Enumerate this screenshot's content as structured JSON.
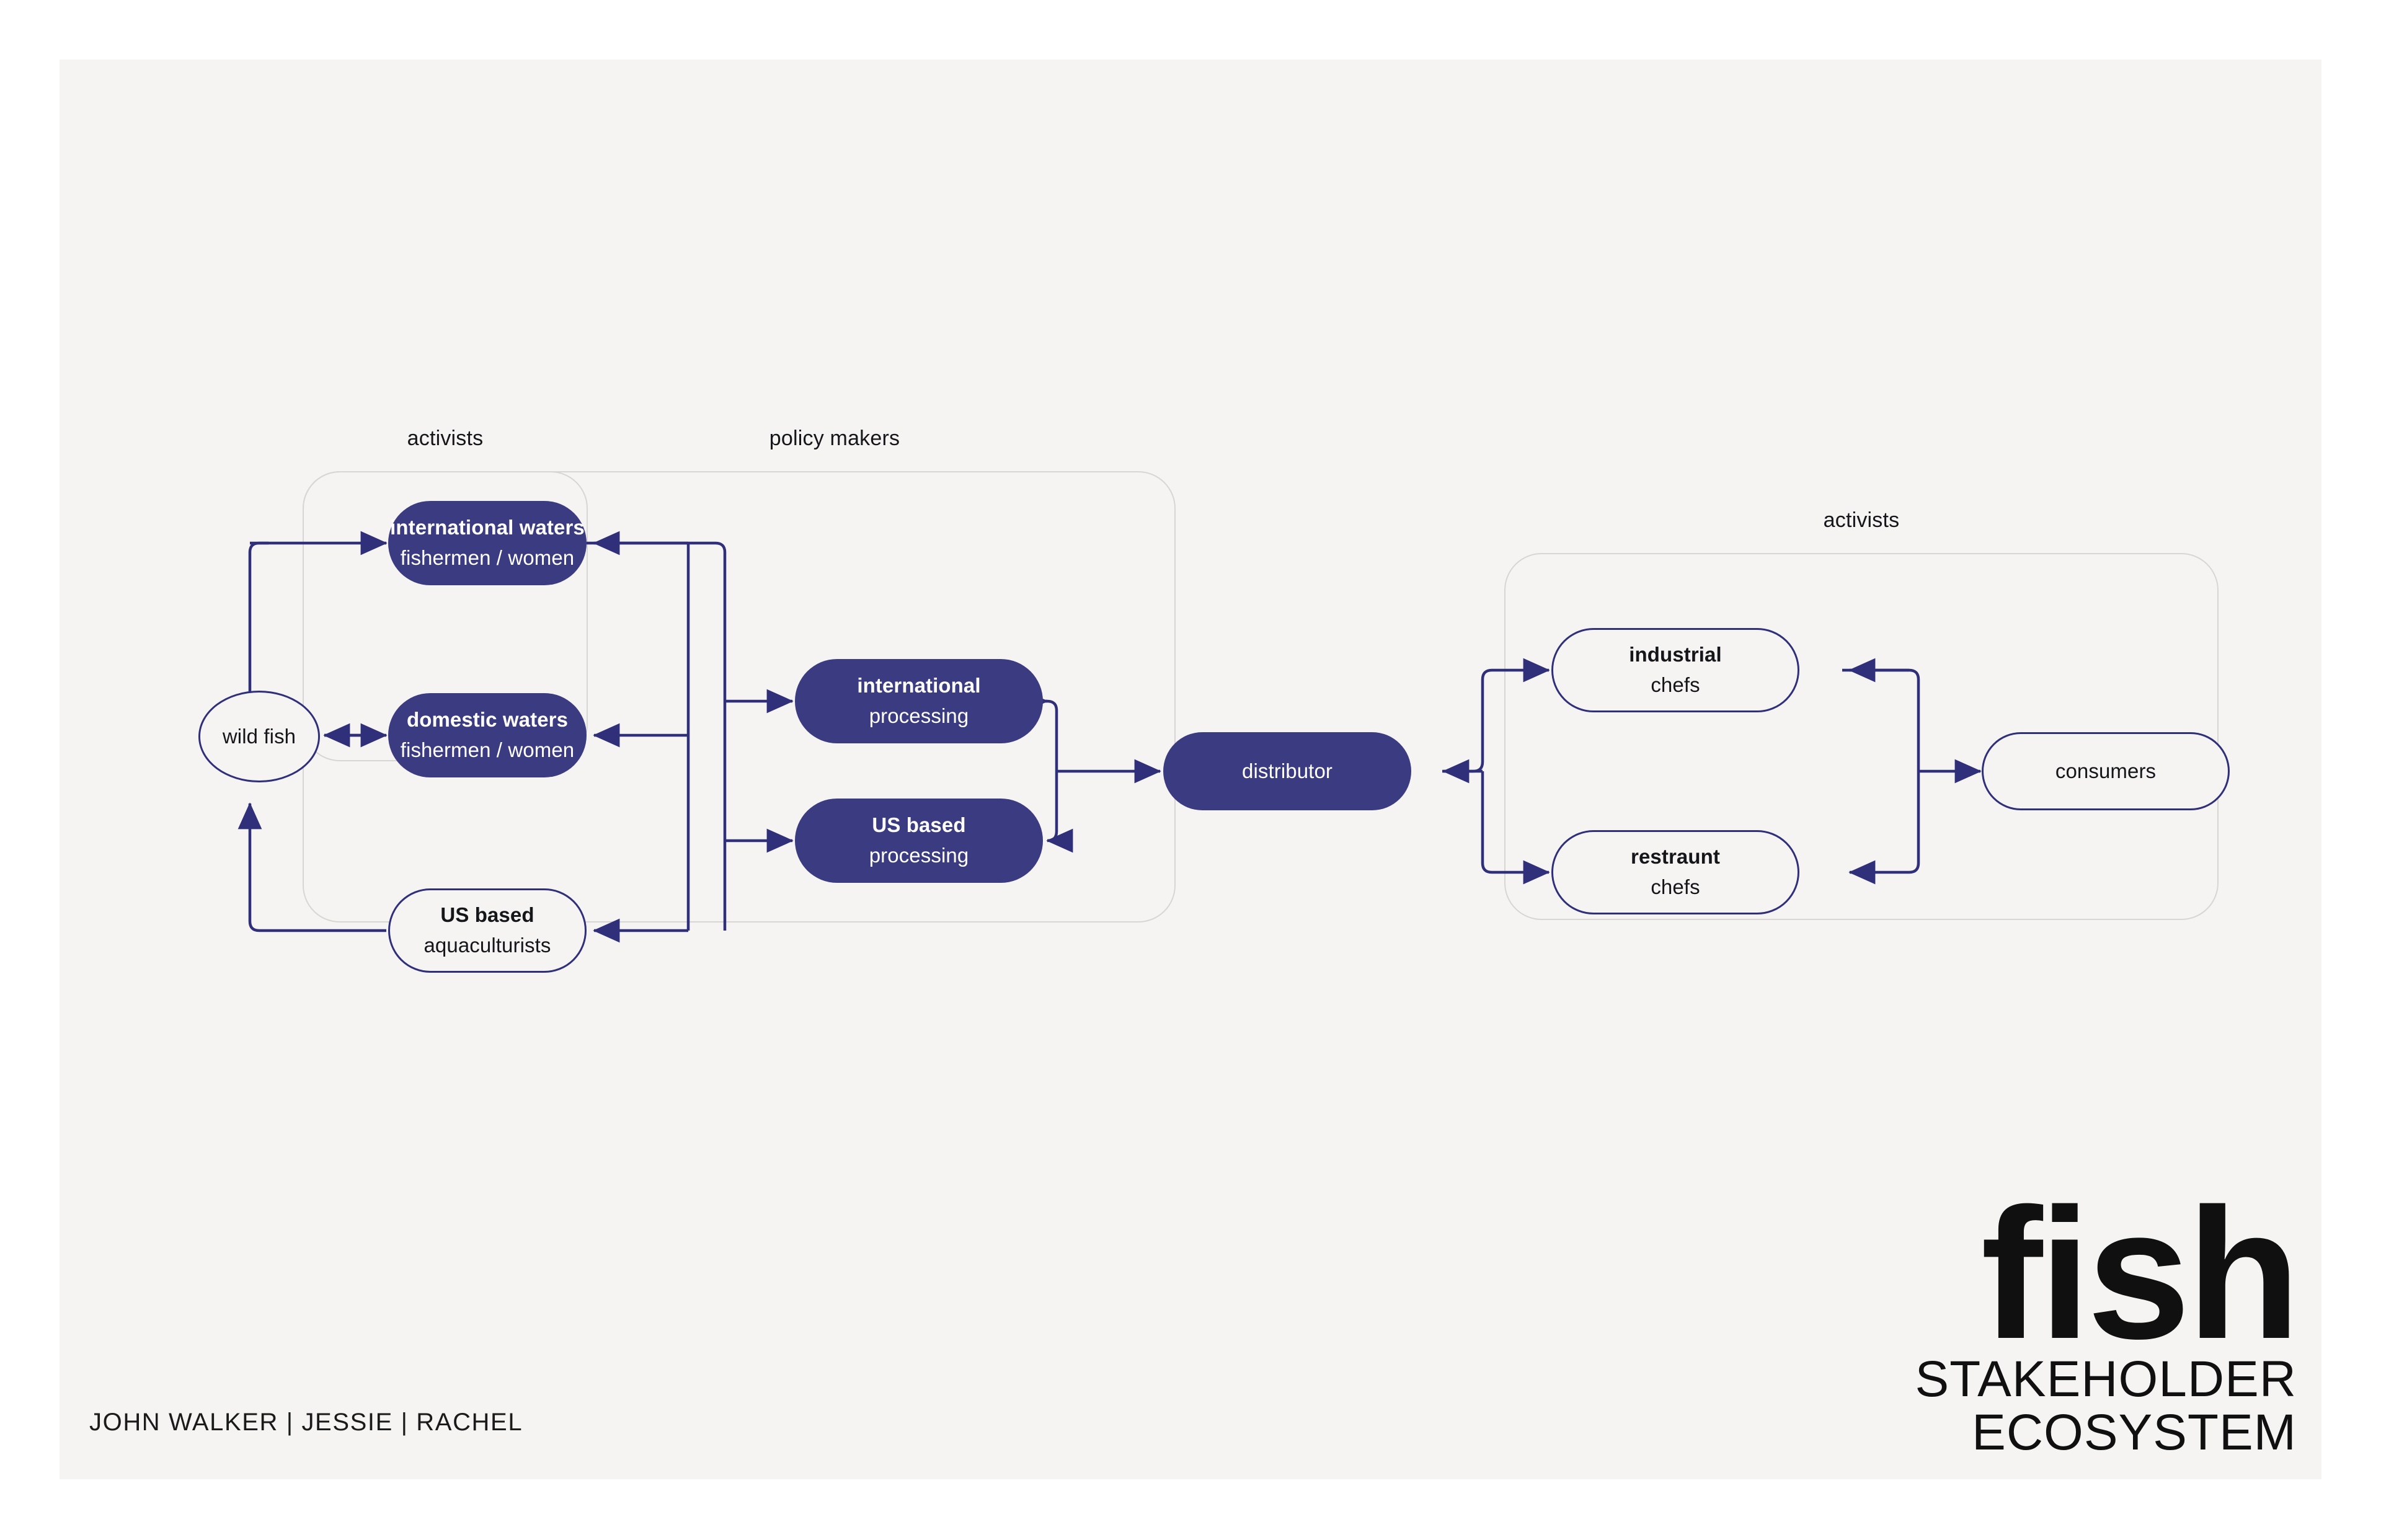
{
  "canvas": {
    "background": "#f5f4f2",
    "accent_fill": "#3b3b81",
    "accent_stroke": "#2f2f7a",
    "group_stroke": "#d8d6d2"
  },
  "groups": [
    {
      "id": "activists-left",
      "label": "activists"
    },
    {
      "id": "policy-makers",
      "label": "policy makers"
    },
    {
      "id": "activists-right",
      "label": "activists"
    }
  ],
  "nodes": {
    "wild_fish": {
      "title": "wild fish",
      "subtitle": ""
    },
    "international_waters": {
      "title": "international waters",
      "subtitle": "fishermen / women"
    },
    "domestic_waters": {
      "title": "domestic waters",
      "subtitle": "fishermen / women"
    },
    "us_aquaculturists": {
      "title": "US based",
      "subtitle": "aquaculturists"
    },
    "international_proc": {
      "title": "international",
      "subtitle": "processing"
    },
    "us_proc": {
      "title": "US based",
      "subtitle": "processing"
    },
    "distributor": {
      "title": "distributor",
      "subtitle": ""
    },
    "industrial_chefs": {
      "title": "industrial",
      "subtitle": "chefs"
    },
    "restraunt_chefs": {
      "title": "restraunt",
      "subtitle": "chefs"
    },
    "consumers": {
      "title": "consumers",
      "subtitle": ""
    }
  },
  "footer": {
    "credits": "JOHN WALKER  |  JESSIE  |  RACHEL"
  },
  "logo": {
    "word": "fish",
    "line1": "STAKEHOLDER",
    "line2": "ECOSYSTEM"
  }
}
